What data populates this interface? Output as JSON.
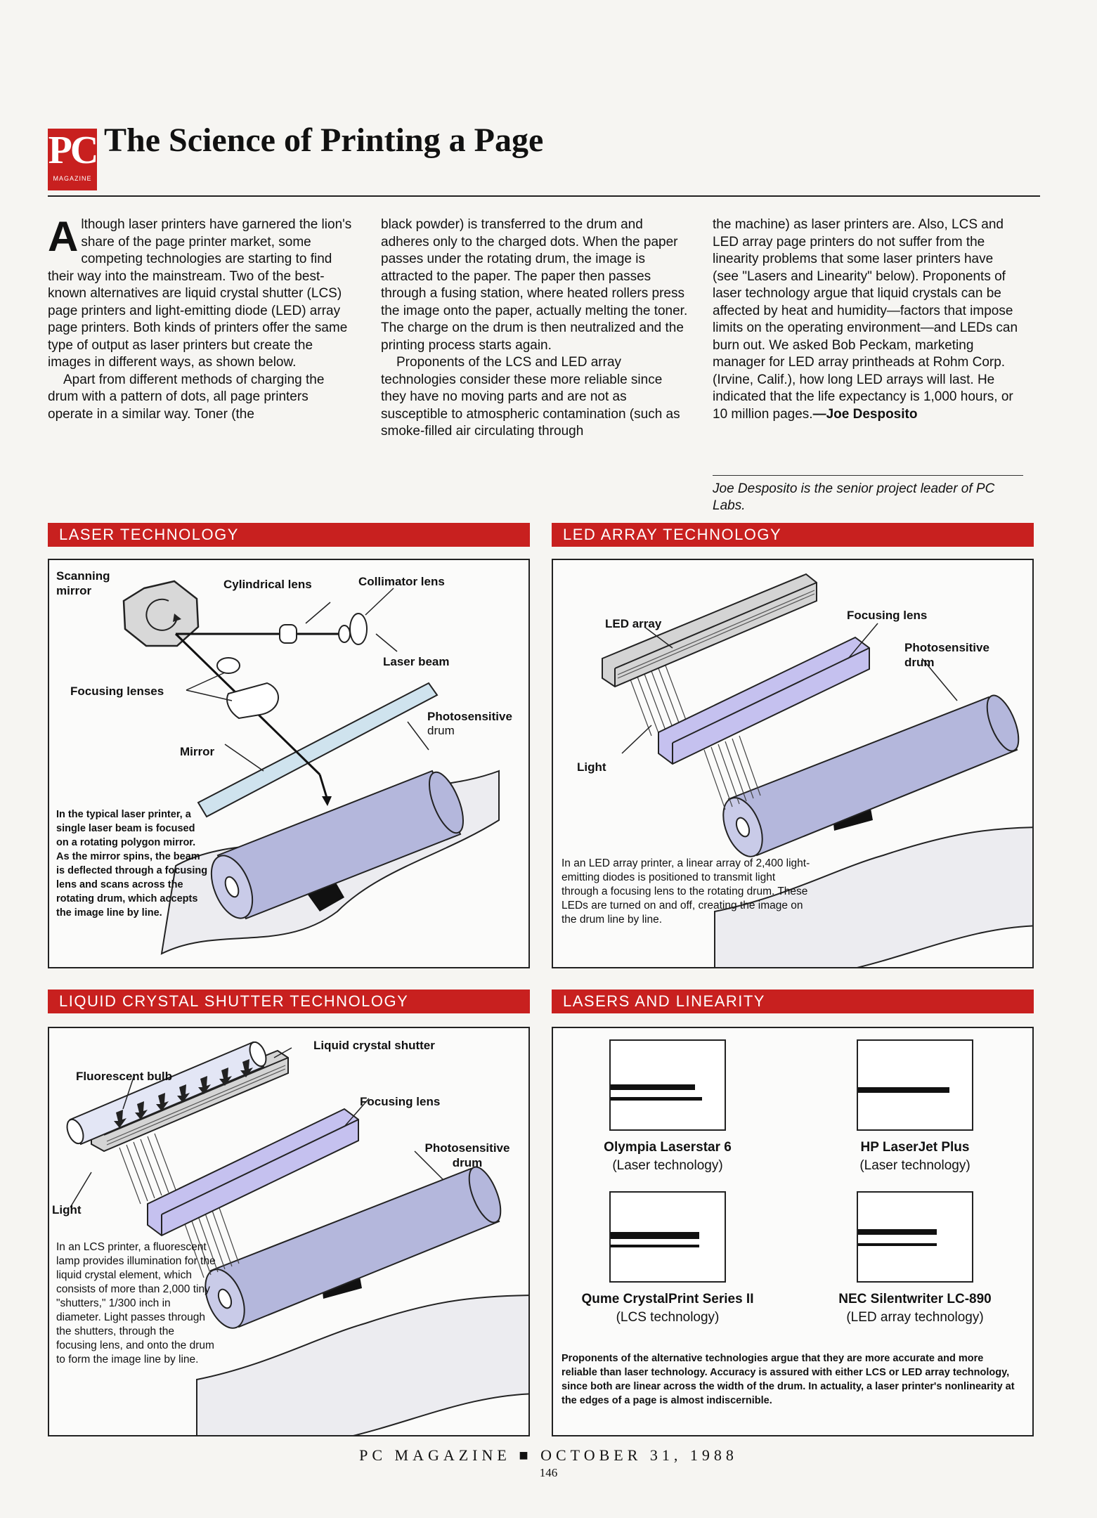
{
  "header": {
    "logo_text": "PC",
    "logo_sub": "MAGAZINE",
    "title": "The Science of Printing a Page"
  },
  "article": {
    "dropcap": "A",
    "col1_p1": "lthough laser printers have garnered the lion's share of the page printer market, some competing technologies are starting to find their way into the mainstream. Two of the best-known alternatives are liquid crystal shutter (LCS) page printers and light-emitting diode (LED) array page printers. Both kinds of printers offer the same type of output as laser printers but create the images in different ways, as shown below.",
    "col1_p2": "Apart from different methods of charging the drum with a pattern of dots, all page printers operate in a similar way. Toner (the",
    "col2_p1": "black powder) is transferred to the drum and adheres only to the charged dots. When the paper passes under the rotating drum, the image is attracted to the paper. The paper then passes through a fusing station, where heated rollers press the image onto the paper, actually melting the toner. The charge on the drum is then neutralized and the printing process starts again.",
    "col2_p2": "Proponents of the LCS and LED array technologies consider these more reliable since they have no moving parts and are not as susceptible to atmospheric contamination (such as smoke-filled air circulating through",
    "col3_p1": "the machine) as laser printers are. Also, LCS and LED array page printers do not suffer from the linearity problems that some laser printers have (see \"Lasers and Linearity\" below). Proponents of laser technology argue that liquid crystals can be affected by heat and humidity—factors that impose limits on the operating environment—and LEDs can burn out. We asked Bob Peckam, marketing manager for LED array printheads at Rohm Corp. (Irvine, Calif.), how long LED arrays will last. He indicated that the life expectancy is 1,000 hours, or 10 million pages.",
    "signature": "—Joe Desposito",
    "byline": "Joe Desposito is the senior project leader of PC Labs."
  },
  "laser": {
    "heading": "LASER TECHNOLOGY",
    "scanning_mirror": "Scanning mirror",
    "cylindrical_lens": "Cylindrical lens",
    "collimator_lens": "Collimator lens",
    "laser_beam": "Laser beam",
    "focusing_lenses": "Focusing lenses",
    "photosensitive": "Photosensitive",
    "drum": "drum",
    "mirror": "Mirror",
    "caption": "In the typical laser printer, a single laser beam is focused on a rotating polygon mirror. As the mirror spins, the beam is deflected through a focusing lens and scans across the rotating drum, which accepts the image line by line."
  },
  "led": {
    "heading": "LED ARRAY TECHNOLOGY",
    "led_array": "LED array",
    "focusing_lens": "Focusing lens",
    "photosensitive_drum": "Photosensitive drum",
    "light": "Light",
    "caption": "In an LED array printer, a linear array of 2,400 light-emitting diodes is positioned to transmit light through a focusing lens to the rotating drum. These LEDs are turned on and off, creating the image on the drum line by line."
  },
  "lcs": {
    "heading": "LIQUID CRYSTAL SHUTTER TECHNOLOGY",
    "liquid_crystal_shutter": "Liquid crystal shutter",
    "fluorescent_bulb": "Fluorescent bulb",
    "focusing_lens": "Focusing lens",
    "photosensitive_drum": "Photosensitive drum",
    "light": "Light",
    "caption": "In an LCS printer, a fluorescent lamp provides illumination for the liquid crystal element, which consists of more than 2,000 tiny \"shutters,\" 1/300 inch in diameter. Light passes through the shutters, through the focusing lens, and onto the drum to form the image line by line."
  },
  "linearity": {
    "heading": "LASERS AND LINEARITY",
    "samples": [
      {
        "name": "Olympia Laserstar 6",
        "tech": "(Laser technology)"
      },
      {
        "name": "HP LaserJet Plus",
        "tech": "(Laser technology)"
      },
      {
        "name": "Qume CrystalPrint Series II",
        "tech": "(LCS technology)"
      },
      {
        "name": "NEC Silentwriter LC-890",
        "tech": "(LED array technology)"
      }
    ],
    "caption": "Proponents of the alternative technologies argue that they are more accurate and more reliable than laser technology. Accuracy is assured with either LCS or LED array technology, since both are linear across the width of the drum. In actuality, a laser printer's nonlinearity at the edges of a page is almost indiscernible."
  },
  "footer": {
    "magazine": "PC MAGAZINE",
    "date": "OCTOBER 31, 1988",
    "page": "146"
  },
  "colors": {
    "accent_red": "#c8201f",
    "drum_blue": "#b4b7dc",
    "lens_violet": "#c5c1ef"
  }
}
